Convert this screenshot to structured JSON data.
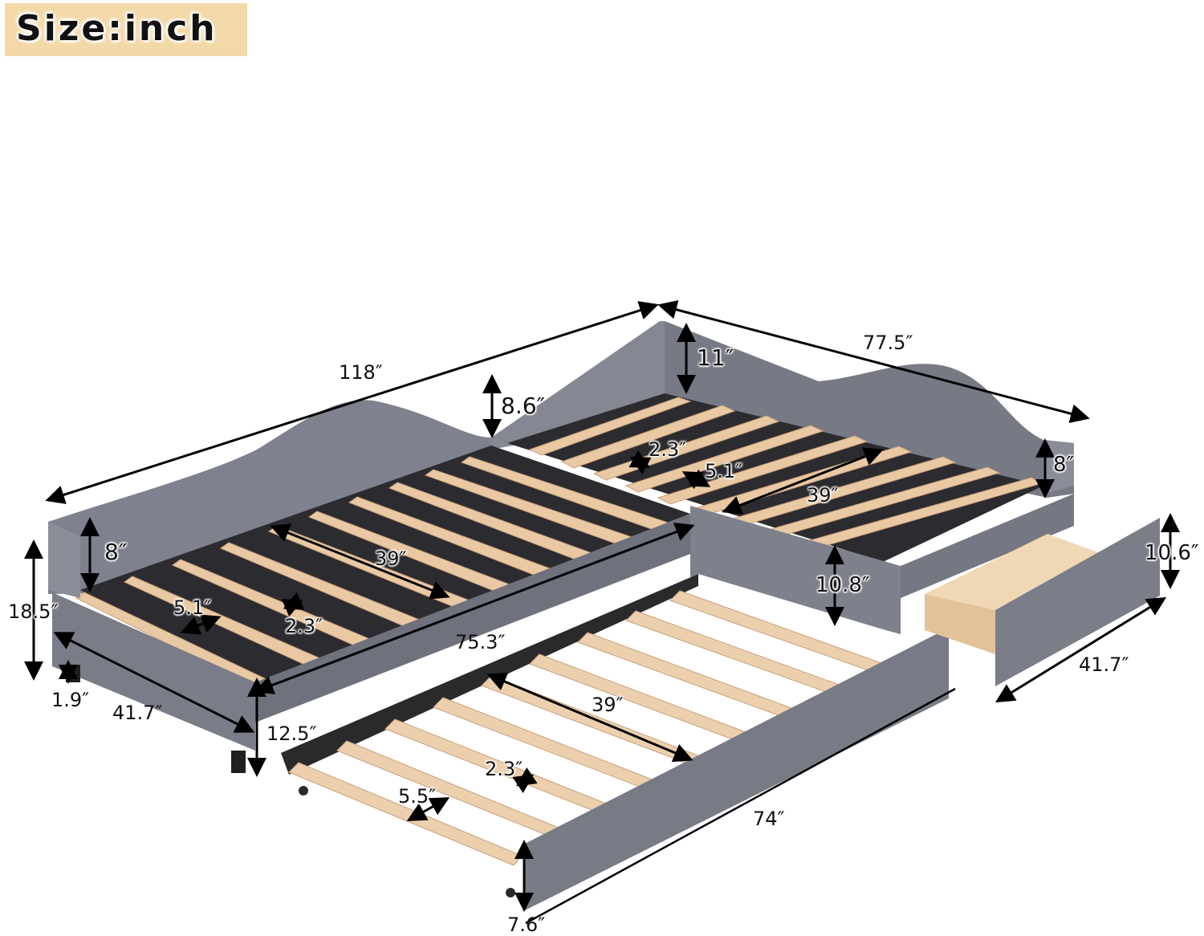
{
  "badge": {
    "label": "Size:inch"
  },
  "colors": {
    "upholstery": "#7d7f8c",
    "upholstery_dark": "#6a6c78",
    "slat": "#e9c9a4",
    "slat_edge": "#c9a07a",
    "frame": "#2b2b2e",
    "drawer_wood": "#ecd3b0",
    "badge_bg": "#f3d9a8"
  },
  "dimensions": {
    "overall_length": "118″",
    "overall_depth": "77.5″",
    "back_height_corner": "11″",
    "back_height_left": "8.6″",
    "side_arm_height_right": "8″",
    "side_arm_height_left": "8″",
    "total_height": "18.5″",
    "leg_height": "1.9″",
    "front_width_left": "41.7″",
    "front_rail_height": "12.5″",
    "left_bed_length": "75.3″",
    "left_slat_length": "39″",
    "left_slat_spacing": "5.1″",
    "left_slat_width": "2.3″",
    "right_slat_length": "39″",
    "right_slat_spacing": "5.1″",
    "right_slat_width": "2.3″",
    "center_panel_height": "10.8″",
    "drawer_height": "10.6″",
    "drawer_width": "41.7″",
    "trundle_slat_length": "39″",
    "trundle_slat_width": "2.3″",
    "trundle_slat_spacing": "5.5″",
    "trundle_length": "74″",
    "trundle_height": "7.6″"
  }
}
